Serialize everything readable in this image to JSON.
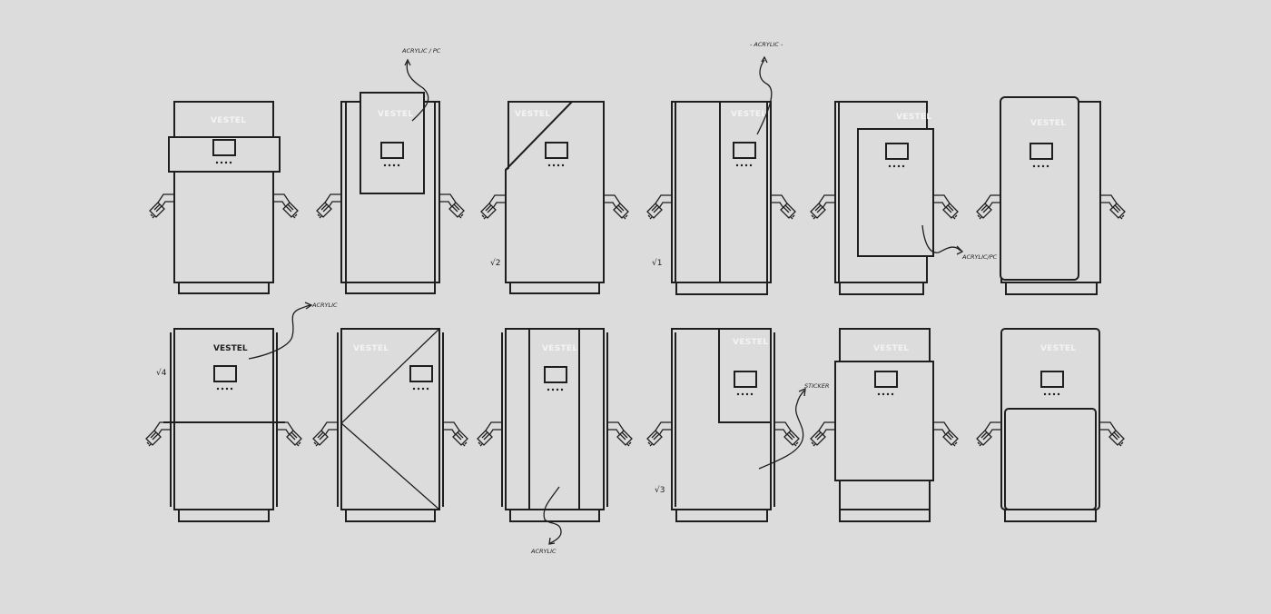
{
  "sheet": {
    "background": "#dcdcdc",
    "stroke_color": "#1e1e1e",
    "brand_color": "#f4f4f4",
    "brand_label": "VESTEL"
  },
  "row1": [
    {
      "id": "c1",
      "variant": "wrap-band",
      "brand": "VESTEL"
    },
    {
      "id": "c2",
      "variant": "top-overlay-panel",
      "brand": "VESTEL",
      "annotation": "ACRYLIC / PC"
    },
    {
      "id": "c3",
      "variant": "diagonal-cut",
      "brand": "VESTEL",
      "version_mark": "√2"
    },
    {
      "id": "c4",
      "variant": "vertical-split",
      "brand": "VESTEL",
      "annotation": "- ACRYLIC -",
      "version_mark": "√1"
    },
    {
      "id": "c5",
      "variant": "inset-panel",
      "brand": "VESTEL",
      "annotation": "ACRYLIC/PC"
    },
    {
      "id": "c6",
      "variant": "rounded-front",
      "brand": "VESTEL"
    }
  ],
  "row2": [
    {
      "id": "c7",
      "variant": "horizontal-split",
      "brand": "VESTEL",
      "annotation": "ACRYLIC",
      "version_mark": "√4"
    },
    {
      "id": "c8",
      "variant": "chevron-lines",
      "brand": "VESTEL"
    },
    {
      "id": "c9",
      "variant": "center-stripe",
      "brand": "VESTEL",
      "annotation": "ACRYLIC"
    },
    {
      "id": "c10",
      "variant": "l-shape-panel",
      "brand": "VESTEL",
      "annotation": "STICKER",
      "version_mark": "√3"
    },
    {
      "id": "c11",
      "variant": "wide-mid-panel",
      "brand": "VESTEL"
    },
    {
      "id": "c12",
      "variant": "rounded-lower-panel",
      "brand": "VESTEL"
    }
  ]
}
